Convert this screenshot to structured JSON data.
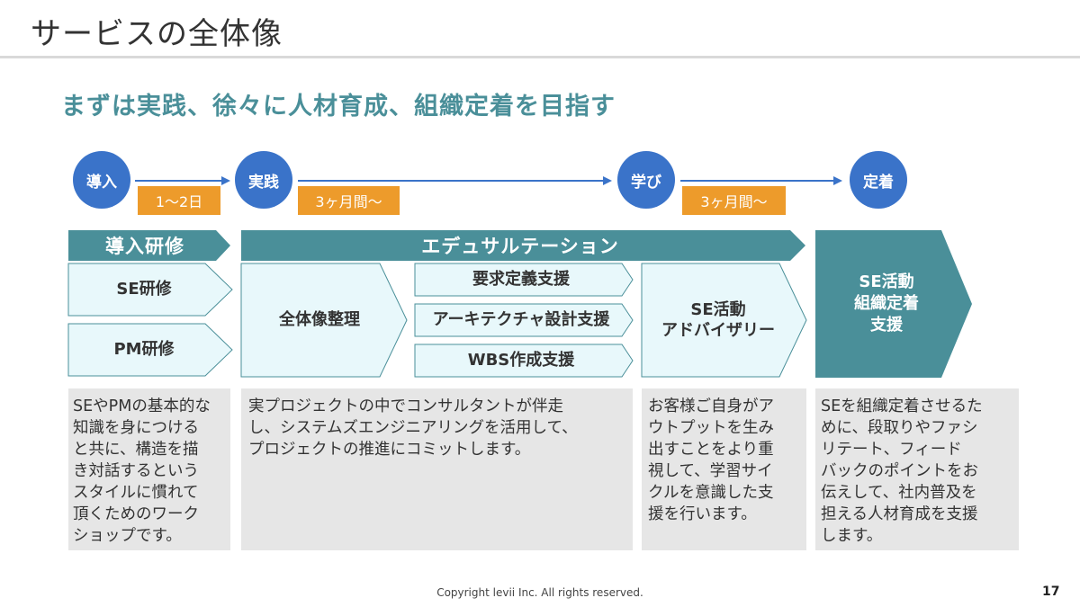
{
  "title": "サービスの全体像",
  "subtitle": "まずは実践、徐々に人材育成、組織定着を目指す",
  "phases": [
    "導入",
    "実践",
    "学び",
    "定着"
  ],
  "durations": [
    "1〜2日",
    "3ヶ月間〜",
    "3ヶ月間〜"
  ],
  "bands": {
    "training": "導入研修",
    "consultation": "エデュサルテーション"
  },
  "boxes": {
    "se_training": "SE研修",
    "pm_training": "PM研修",
    "overall_organization": "全体像整理",
    "requirements_support": "要求定義支援",
    "architecture_support": "アーキテクチャ設計支援",
    "wbs_support": "WBS作成支援",
    "se_advisory": [
      "SE活動",
      "アドバイザリー"
    ],
    "se_org_support": [
      "SE活動",
      "組織定着",
      "支援"
    ]
  },
  "descriptions": {
    "training": [
      "SEやPMの基本的な",
      "知識を身につける",
      "と共に、構造を描",
      "き対話するという",
      "スタイルに慣れて",
      "頂くためのワーク",
      "ショップです。"
    ],
    "practice": [
      "実プロジェクトの中でコンサルタントが伴走",
      "し、システムズエンジニアリングを活用して、",
      "プロジェクトの推進にコミットします。"
    ],
    "learning": [
      "お客様ご自身がア",
      "ウトプットを生み",
      "出すことをより重",
      "視して、学習サイ",
      "クルを意識した支",
      "援を行います。"
    ],
    "establish": [
      "SEを組織定着させるた",
      "めに、段取りやファシ",
      "リテート、フィード",
      "バックのポイントをお",
      "伝えして、社内普及を",
      "担える人材育成を支援",
      "します。"
    ]
  },
  "footer": "Copyright levii Inc. All rights reserved.",
  "page_number": "17",
  "colors": {
    "accent": "#4a8f99",
    "circle": "#3a73c9",
    "badge": "#ed9b2b",
    "light_box": "#e8f8fb",
    "box_border": "#4a8f99",
    "desc_bg": "#e6e6e6"
  }
}
